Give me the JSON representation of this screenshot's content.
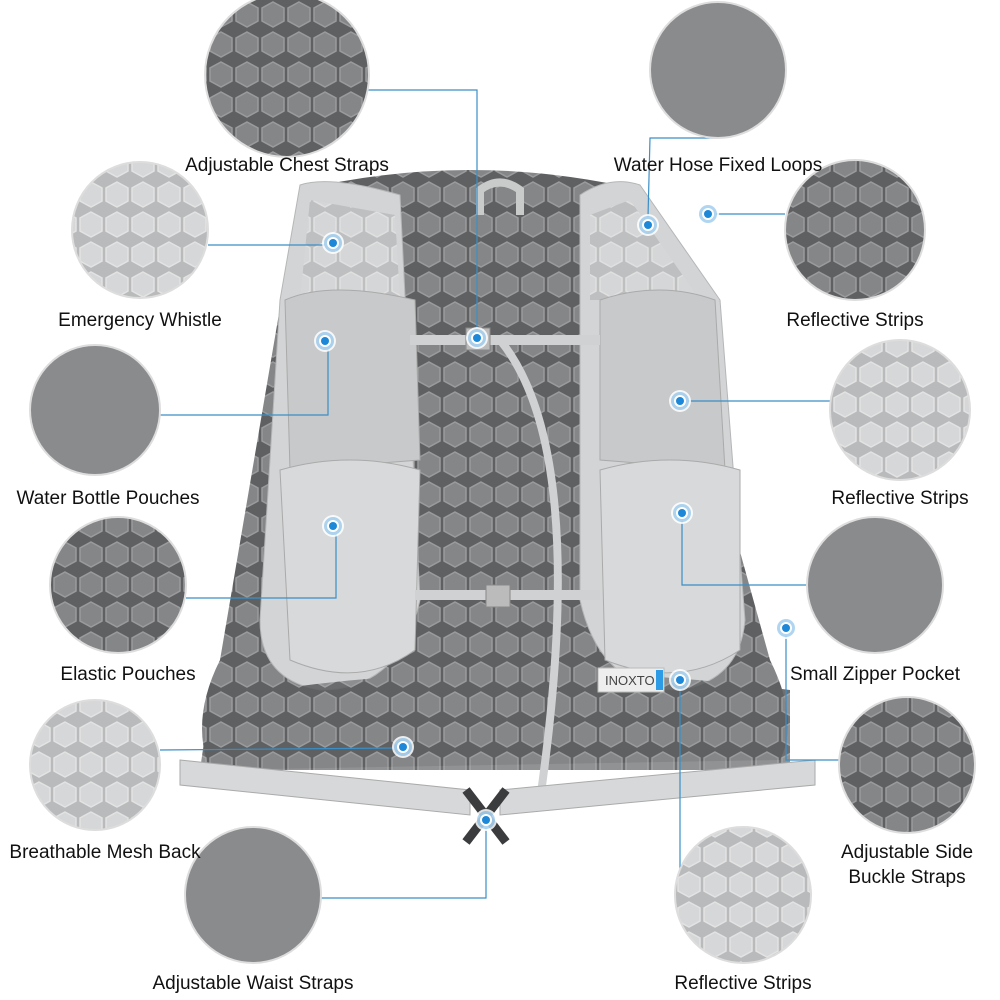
{
  "colors": {
    "accent": "#1e88d8",
    "line": "#3a8fc8",
    "vest": "#cfd0d1",
    "mesh": "#6d6e70"
  },
  "brand_text": "INOXTO",
  "callouts": [
    {
      "id": "chest-straps",
      "label": "Adjustable Chest Straps"
    },
    {
      "id": "hose-loops",
      "label": "Water Hose Fixed Loops"
    },
    {
      "id": "whistle",
      "label": "Emergency Whistle"
    },
    {
      "id": "reflective-1",
      "label": "Reflective Strips"
    },
    {
      "id": "bottle-pouches",
      "label": "Water Bottle Pouches"
    },
    {
      "id": "reflective-2",
      "label": "Reflective Strips"
    },
    {
      "id": "elastic-pouches",
      "label": "Elastic Pouches"
    },
    {
      "id": "zipper-pocket",
      "label": "Small Zipper Pocket"
    },
    {
      "id": "mesh-back",
      "label": "Breathable Mesh Back"
    },
    {
      "id": "side-buckle",
      "label": "Adjustable Side Buckle Straps",
      "lines": [
        "Adjustable Side",
        "Buckle Straps"
      ]
    },
    {
      "id": "waist-straps",
      "label": "Adjustable Waist Straps"
    },
    {
      "id": "reflective-3",
      "label": "Reflective Strips"
    }
  ]
}
